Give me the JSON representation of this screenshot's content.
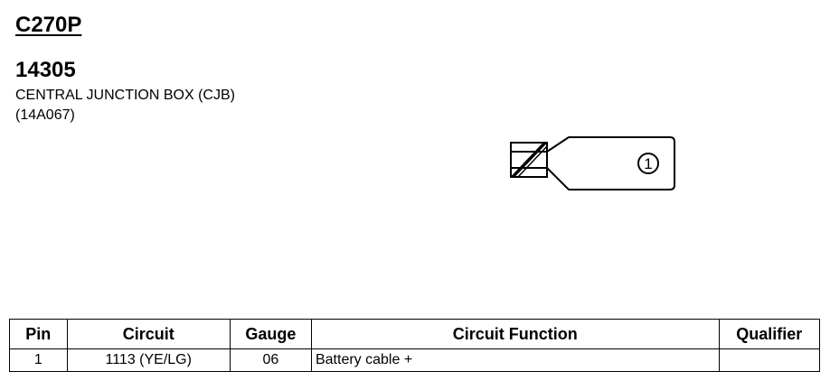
{
  "connector": {
    "id": "C270P",
    "part_number": "14305",
    "description_line1": "CENTRAL JUNCTION BOX (CJB)",
    "description_line2": "(14A067)"
  },
  "figure": {
    "pin_label": "1"
  },
  "table": {
    "headers": {
      "pin": "Pin",
      "circuit": "Circuit",
      "gauge": "Gauge",
      "function": "Circuit Function",
      "qualifier": "Qualifier"
    },
    "rows": [
      {
        "pin": "1",
        "circuit": "1113 (YE/LG)",
        "gauge": "06",
        "function": "Battery cable +",
        "qualifier": ""
      }
    ]
  }
}
